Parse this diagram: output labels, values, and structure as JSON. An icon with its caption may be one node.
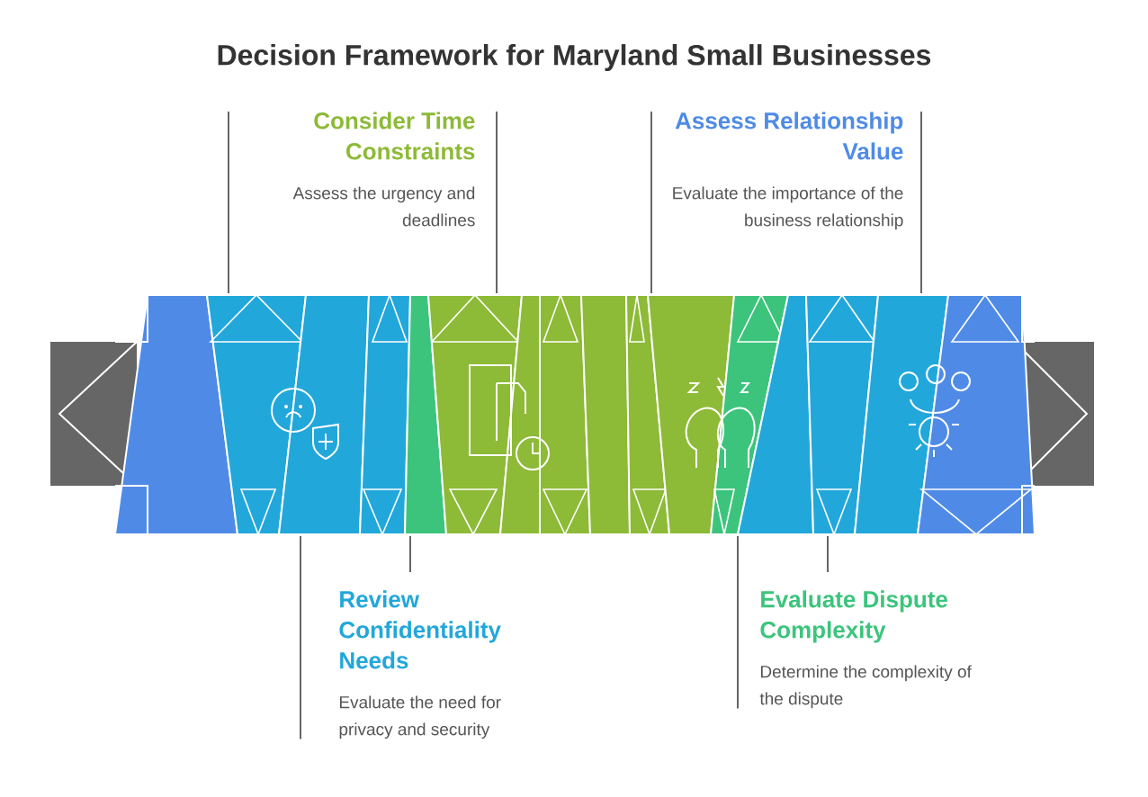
{
  "diagram": {
    "title": "Decision Framework for Maryland Small Businesses",
    "nodes": [
      {
        "text": [
          "Consider Time Constraints",
          "Assess the urgency and deadlines"
        ]
      },
      {
        "text": [
          "Assess Relationship Value",
          "Evaluate the importance of the business relationship"
        ]
      },
      {
        "text": [
          "Review Confidentiality Needs",
          "Evaluate the need for privacy and security"
        ]
      },
      {
        "text": [
          "Evaluate Dispute Complexity",
          "Determine the complexity of the dispute"
        ]
      }
    ],
    "edges": [
      {
        "from": 0,
        "to": null,
        "arrow": "none"
      },
      {
        "from": 1,
        "to": null,
        "arrow": "none"
      },
      {
        "from": 2,
        "to": null,
        "arrow": "none"
      },
      {
        "from": 3,
        "to": null,
        "arrow": "none"
      }
    ]
  }
}
